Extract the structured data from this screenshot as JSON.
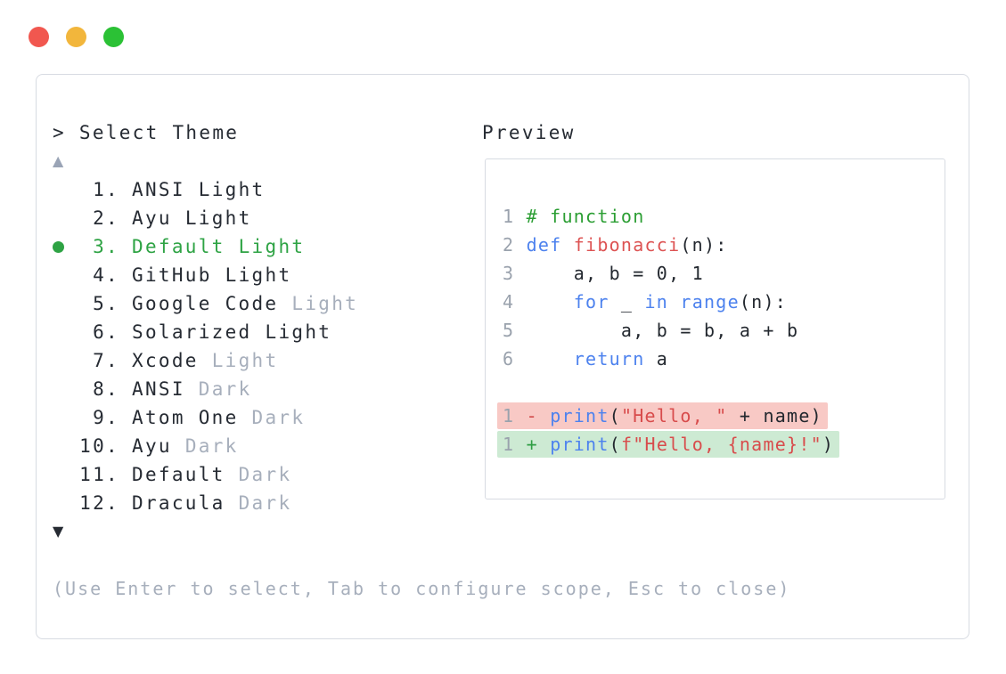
{
  "window": {
    "traffic_lights": [
      "close",
      "minimize",
      "zoom"
    ]
  },
  "selector": {
    "prompt": "> Select Theme",
    "scroll_up_icon": "▲",
    "scroll_down_icon": "▼",
    "items": [
      {
        "num": "1.",
        "name": "ANSI",
        "variant": "Light",
        "muted": false,
        "selected": false
      },
      {
        "num": "2.",
        "name": "Ayu",
        "variant": "Light",
        "muted": false,
        "selected": false
      },
      {
        "num": "3.",
        "name": "Default",
        "variant": "Light",
        "muted": false,
        "selected": true
      },
      {
        "num": "4.",
        "name": "GitHub",
        "variant": "Light",
        "muted": false,
        "selected": false
      },
      {
        "num": "5.",
        "name": "Google Code",
        "variant": "Light",
        "muted": true,
        "selected": false
      },
      {
        "num": "6.",
        "name": "Solarized",
        "variant": "Light",
        "muted": false,
        "selected": false
      },
      {
        "num": "7.",
        "name": "Xcode",
        "variant": "Light",
        "muted": true,
        "selected": false
      },
      {
        "num": "8.",
        "name": "ANSI",
        "variant": "Dark",
        "muted": true,
        "selected": false
      },
      {
        "num": "9.",
        "name": "Atom One",
        "variant": "Dark",
        "muted": true,
        "selected": false
      },
      {
        "num": "10.",
        "name": "Ayu",
        "variant": "Dark",
        "muted": true,
        "selected": false
      },
      {
        "num": "11.",
        "name": "Default",
        "variant": "Dark",
        "muted": true,
        "selected": false
      },
      {
        "num": "12.",
        "name": "Dracula",
        "variant": "Dark",
        "muted": true,
        "selected": false
      }
    ],
    "footer_hint": "(Use Enter to select, Tab to configure scope, Esc to close)"
  },
  "preview": {
    "label": "Preview",
    "code_lines": [
      {
        "num": "1",
        "segments": [
          {
            "text": "# function",
            "style": "comment"
          }
        ]
      },
      {
        "num": "2",
        "segments": [
          {
            "text": "def",
            "style": "keyword"
          },
          {
            "text": " ",
            "style": "plain"
          },
          {
            "text": "fibonacci",
            "style": "function"
          },
          {
            "text": "(n):",
            "style": "plain"
          }
        ]
      },
      {
        "num": "3",
        "segments": [
          {
            "text": "    a, b = 0, 1",
            "style": "plain"
          }
        ]
      },
      {
        "num": "4",
        "segments": [
          {
            "text": "    ",
            "style": "plain"
          },
          {
            "text": "for",
            "style": "keyword"
          },
          {
            "text": " _ ",
            "style": "plain"
          },
          {
            "text": "in",
            "style": "keyword"
          },
          {
            "text": " ",
            "style": "plain"
          },
          {
            "text": "range",
            "style": "keyword"
          },
          {
            "text": "(n):",
            "style": "plain"
          }
        ]
      },
      {
        "num": "5",
        "segments": [
          {
            "text": "        a, b = b, a + b",
            "style": "plain"
          }
        ]
      },
      {
        "num": "6",
        "segments": [
          {
            "text": "    ",
            "style": "plain"
          },
          {
            "text": "return",
            "style": "keyword"
          },
          {
            "text": " a",
            "style": "plain"
          }
        ]
      }
    ],
    "diff_lines": [
      {
        "num": "1",
        "sign": "-",
        "type": "removed",
        "segments": [
          {
            "text": "print",
            "style": "keyword"
          },
          {
            "text": "(",
            "style": "plain"
          },
          {
            "text": "\"Hello, \"",
            "style": "string"
          },
          {
            "text": " + name)",
            "style": "plain"
          }
        ]
      },
      {
        "num": "1",
        "sign": "+",
        "type": "added",
        "segments": [
          {
            "text": "print",
            "style": "keyword"
          },
          {
            "text": "(",
            "style": "plain"
          },
          {
            "text": "f\"Hello, {name}!\"",
            "style": "string"
          },
          {
            "text": ")",
            "style": "plain"
          }
        ]
      }
    ]
  },
  "colors": {
    "traffic_red": "#f1574f",
    "traffic_yellow": "#f2b63c",
    "traffic_green": "#2bc135",
    "panel_border": "#d7dbe2",
    "text_dark": "#262b33",
    "text_muted": "#a7afbc",
    "accent_green": "#2ea344",
    "arrow_gray": "#9aa4b6",
    "line_number_gray": "#9aa2ad",
    "code_plain": "#23282f",
    "keyword_blue": "#4d82ee",
    "function_red": "#dd5353",
    "string_red": "#d84c4c",
    "comment_green": "#2b9e33",
    "diff_removed_bg": "#f8c9c5",
    "diff_added_bg": "#cdead3",
    "diff_minus_red": "#d14b4b",
    "diff_plus_green": "#2f9e44"
  }
}
